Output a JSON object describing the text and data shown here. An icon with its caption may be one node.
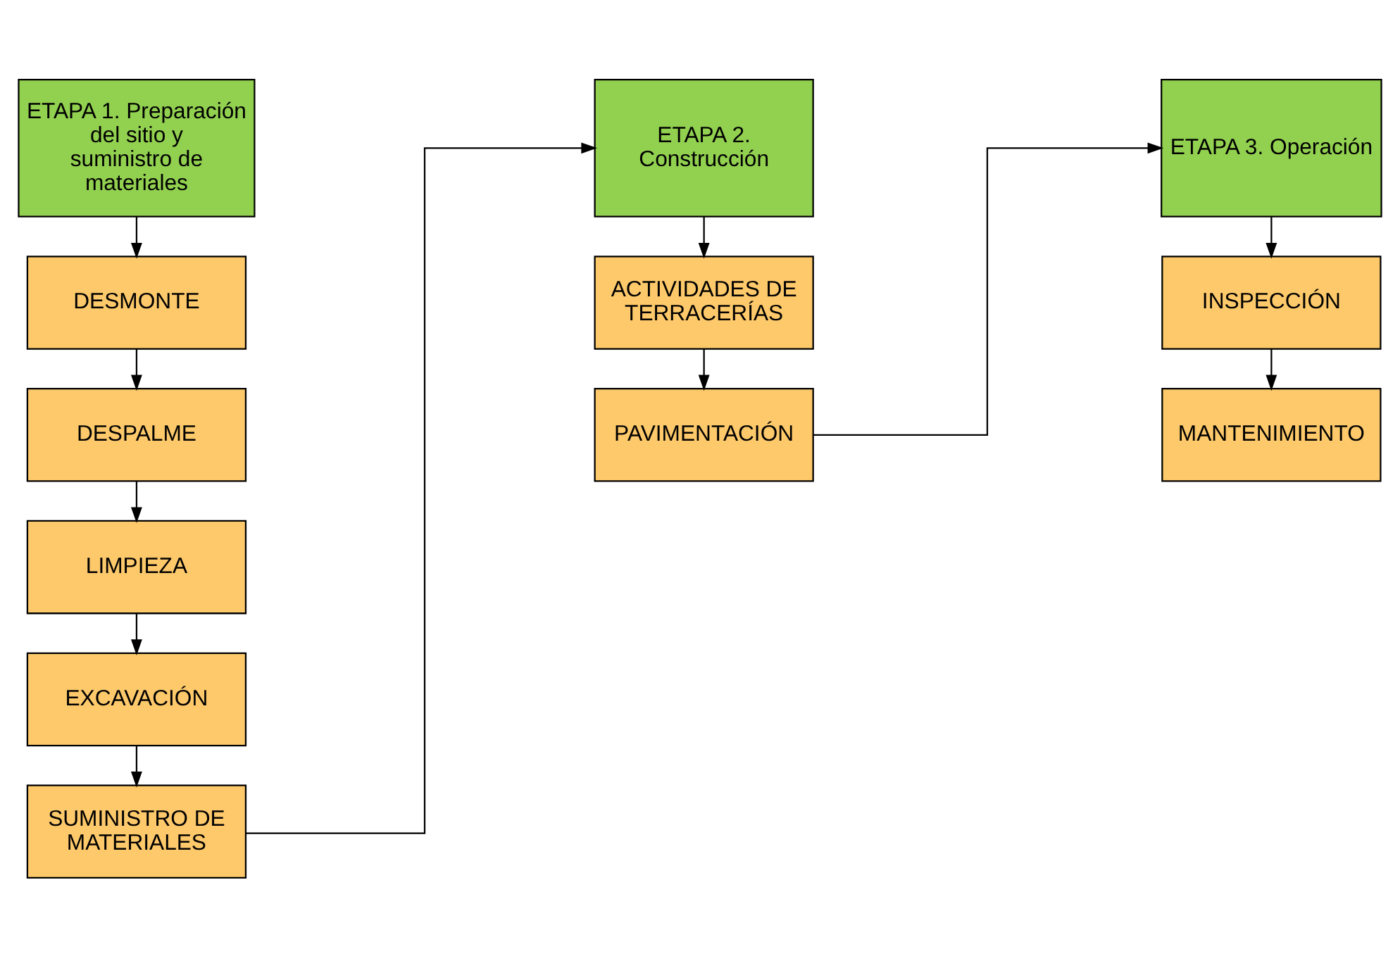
{
  "diagram": {
    "nodes": [
      {
        "text": [
          "ETAPA 1. Preparación del sitio y suministro de materiales"
        ]
      },
      {
        "text": [
          "DESMONTE"
        ]
      },
      {
        "text": [
          "DESPALME"
        ]
      },
      {
        "text": [
          "LIMPIEZA"
        ]
      },
      {
        "text": [
          "EXCAVACIÓN"
        ]
      },
      {
        "text": [
          "SUMINISTRO DE MATERIALES"
        ]
      },
      {
        "text": [
          "ETAPA 2. Construcción"
        ]
      },
      {
        "text": [
          "ACTIVIDADES DE TERRACERÍAS"
        ]
      },
      {
        "text": [
          "PAVIMENTACIÓN"
        ]
      },
      {
        "text": [
          "ETAPA 3. Operación"
        ]
      },
      {
        "text": [
          "INSPECCIÓN"
        ]
      },
      {
        "text": [
          "MANTENIMIENTO"
        ]
      }
    ],
    "edges": [
      {
        "from": 0,
        "to": 1,
        "arrow": "to"
      },
      {
        "from": 1,
        "to": 2,
        "arrow": "to"
      },
      {
        "from": 2,
        "to": 3,
        "arrow": "to"
      },
      {
        "from": 3,
        "to": 4,
        "arrow": "to"
      },
      {
        "from": 4,
        "to": 5,
        "arrow": "to"
      },
      {
        "from": 5,
        "to": 6,
        "arrow": "to"
      },
      {
        "from": 6,
        "to": 7,
        "arrow": "to"
      },
      {
        "from": 7,
        "to": 8,
        "arrow": "to"
      },
      {
        "from": 8,
        "to": 9,
        "arrow": "to"
      },
      {
        "from": 9,
        "to": 10,
        "arrow": "to"
      },
      {
        "from": 10,
        "to": 11,
        "arrow": "to"
      }
    ]
  }
}
